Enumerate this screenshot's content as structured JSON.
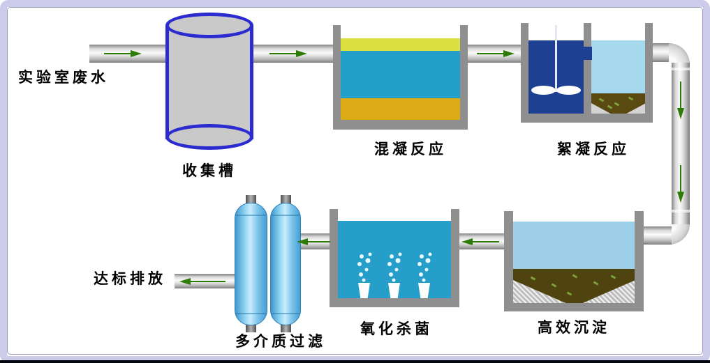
{
  "diagram": {
    "labels": {
      "inflow": "实验室废水",
      "collection": "收集槽",
      "coagulation": "混凝反应",
      "flocculation": "絮凝反应",
      "sedimentation": "高效沉淀",
      "oxidation": "氧化杀菌",
      "filtration": "多介质过滤",
      "discharge": "达标排放"
    },
    "colors": {
      "frame_lavender": "#ccccea",
      "frame_inner_line": "#9898bc",
      "bottom_rule_black": "#050510",
      "arrow_green": "#2e7b05",
      "pipe_gray": "#c9c9c9",
      "tank_wall_gray": "#8f8f8f",
      "cylinder_outline_blue": "#2b2bd0",
      "cylinder_fill_gray": "#c9c9c9",
      "scum_yellow": "#dde041",
      "reaction_water_teal": "#219fc9",
      "sediment_gold": "#dcab16",
      "mixing_navy": "#1e4093",
      "clarified_lightblue": "#a7d9ee",
      "sludge_brown": "#5a4a11",
      "settled_water_blue": "#9dcfe8",
      "filter_column_blue": "#5ab4e8"
    }
  }
}
